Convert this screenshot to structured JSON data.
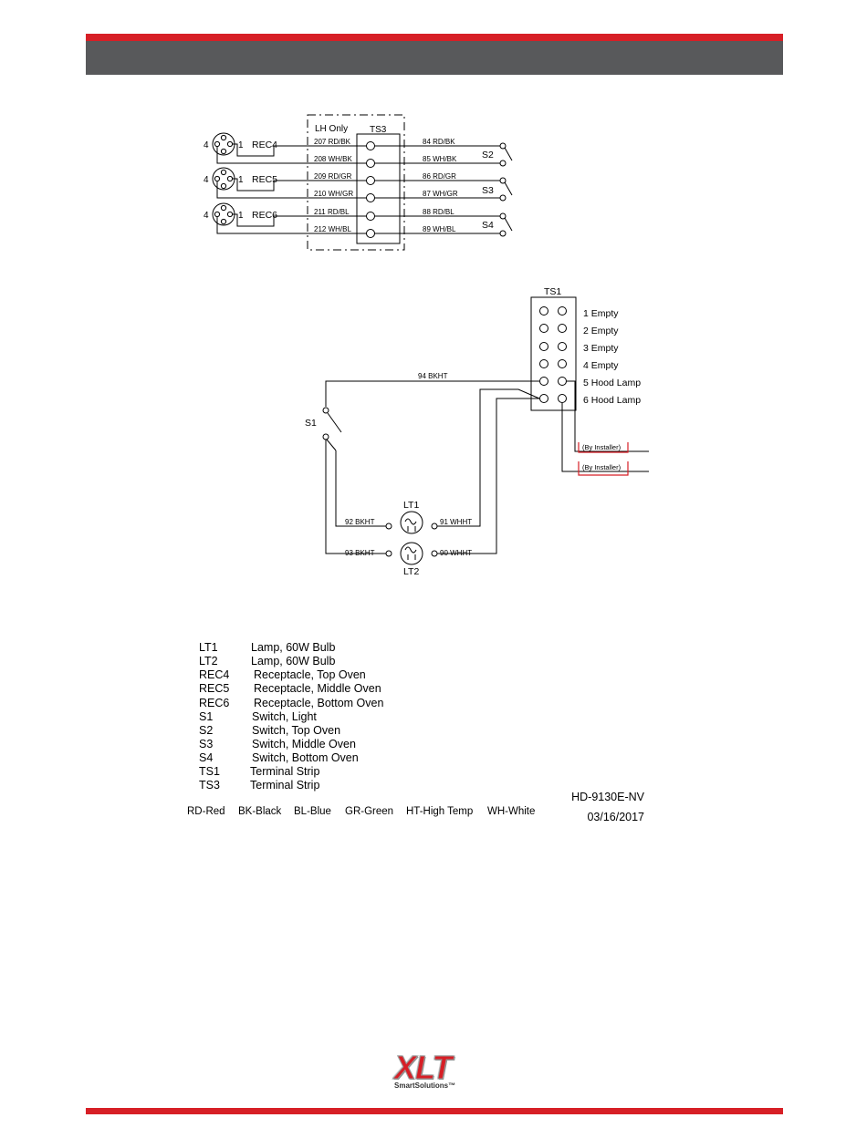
{
  "header": {
    "accent_color": "#d71f26",
    "band_color": "#58595b"
  },
  "diagram_top": {
    "group_label": "LH Only",
    "terminal_strip": "TS3",
    "receptacles": [
      {
        "code": "REC4",
        "pin_left": "4",
        "pin_right": "1"
      },
      {
        "code": "REC5",
        "pin_left": "4",
        "pin_right": "1"
      },
      {
        "code": "REC6",
        "pin_left": "4",
        "pin_right": "1"
      }
    ],
    "left_wires": [
      "207 RD/BK",
      "208 WH/BK",
      "209 RD/GR",
      "210 WH/GR",
      "211 RD/BL",
      "212 WH/BL"
    ],
    "right_wires": [
      "84 RD/BK",
      "85 WH/BK",
      "86 RD/GR",
      "87 WH/GR",
      "88 RD/BL",
      "89 WH/BL"
    ],
    "switches": [
      "S2",
      "S3",
      "S4"
    ]
  },
  "diagram_bottom": {
    "terminal_strip": "TS1",
    "terminals": [
      "1 Empty",
      "2 Empty",
      "3 Empty",
      "4 Empty",
      "5 Hood Lamp",
      "6 Hood Lamp"
    ],
    "installer_notes": [
      "(By Installer)",
      "(By Installer)"
    ],
    "switch": "S1",
    "lamps": [
      "LT1",
      "LT2"
    ],
    "wires": {
      "top": "94 BKHT",
      "lt1_left": "92 BKHT",
      "lt1_right": "91 WHHT",
      "lt2_left": "93 BKHT",
      "lt2_right": "90 WHHT"
    }
  },
  "legend": [
    {
      "code": "LT1",
      "desc": "Lamp, 60W Bulb"
    },
    {
      "code": "LT2",
      "desc": "Lamp, 60W Bulb"
    },
    {
      "code": "REC4",
      "desc": "Receptacle, Top Oven"
    },
    {
      "code": "REC5",
      "desc": "Receptacle, Middle Oven"
    },
    {
      "code": "REC6",
      "desc": "Receptacle, Bottom Oven"
    },
    {
      "code": "S1",
      "desc": "Switch, Light"
    },
    {
      "code": "S2",
      "desc": "Switch, Top Oven"
    },
    {
      "code": "S3",
      "desc": "Switch, Middle Oven"
    },
    {
      "code": "S4",
      "desc": "Switch, Bottom Oven"
    },
    {
      "code": "TS1",
      "desc": "Terminal Strip"
    },
    {
      "code": "TS3",
      "desc": "Terminal Strip"
    }
  ],
  "abbreviations": [
    "RD-Red",
    "BK-Black",
    "BL-Blue",
    "GR-Green",
    "HT-High Temp",
    "WH-White"
  ],
  "doc": {
    "number": "HD-9130E-NV",
    "date": "03/16/2017"
  },
  "logo": {
    "name": "XLT",
    "tagline": "SmartSolutions™"
  }
}
